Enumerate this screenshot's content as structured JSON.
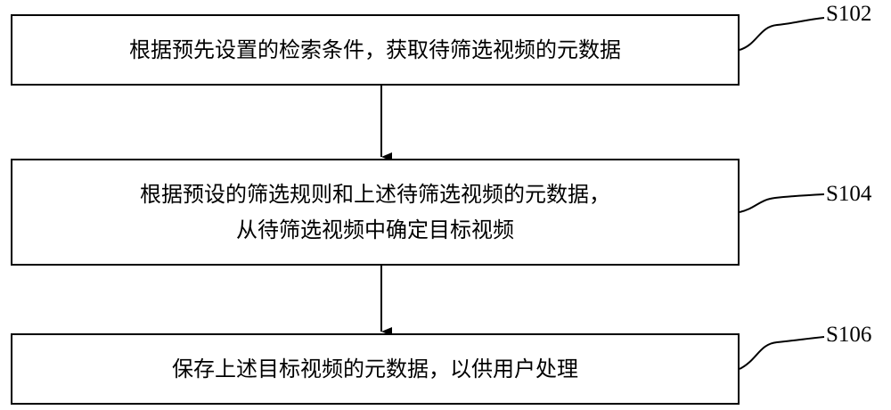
{
  "colors": {
    "line": "#000000",
    "background": "#ffffff"
  },
  "steps": [
    {
      "label": "S102",
      "lines": [
        "根据预先设置的检索条件，获取待筛选视频的元数据"
      ]
    },
    {
      "label": "S104",
      "lines": [
        "根据预设的筛选规则和上述待筛选视频的元数据，",
        "从待筛选视频中确定目标视频"
      ]
    },
    {
      "label": "S106",
      "lines": [
        "保存上述目标视频的元数据，以供用户处理"
      ]
    }
  ]
}
